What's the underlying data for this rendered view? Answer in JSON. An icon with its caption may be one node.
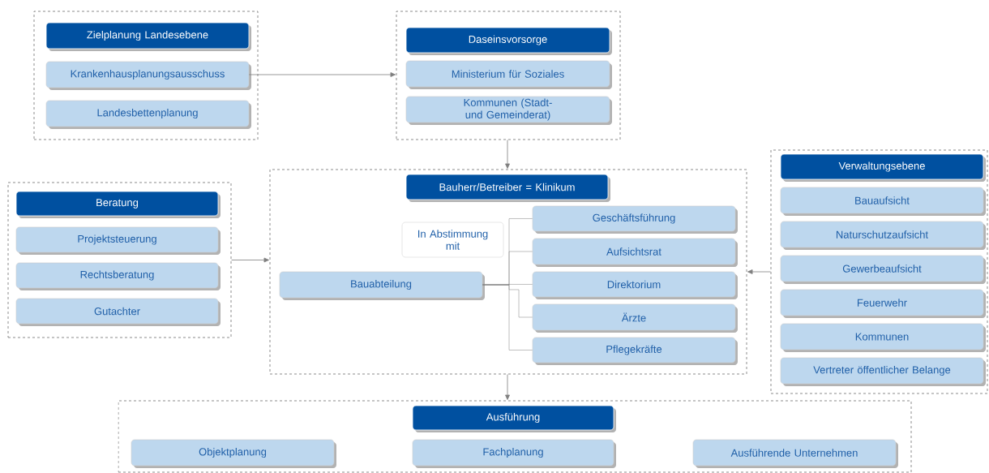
{
  "diagram": {
    "nodes": [
      {
        "text": [],
        "shape": "box"
      },
      {
        "text": [
          "Zielplanung Landesebene"
        ],
        "in": 0
      },
      {
        "text": [
          "Krankenhausplanungsausschuss"
        ],
        "in": 0
      },
      {
        "text": [
          "Landesbettenplanung"
        ],
        "in": 0
      },
      {
        "text": [],
        "shape": "box"
      },
      {
        "text": [
          "Daseinsvorsorge"
        ],
        "in": 4
      },
      {
        "text": [
          "Ministerium für Soziales"
        ],
        "in": 4
      },
      {
        "text": [
          "Kommunen (Stadt- und Gemeinderat)"
        ],
        "in": 4
      },
      {
        "text": [],
        "shape": "box"
      },
      {
        "text": [
          "Beratung"
        ],
        "in": 8
      },
      {
        "text": [
          "Projektsteuerung"
        ],
        "in": 8
      },
      {
        "text": [
          "Rechtsberatung"
        ],
        "in": 8
      },
      {
        "text": [
          "Gutachter"
        ],
        "in": 8
      },
      {
        "text": [],
        "shape": "box"
      },
      {
        "text": [
          "Bauherr/Betreiber = Klinikum"
        ],
        "in": 13
      },
      {
        "text": [
          "In Abstimmung mit"
        ],
        "in": 13
      },
      {
        "text": [
          "Bauabteilung"
        ],
        "in": 13
      },
      {
        "text": [
          "Geschäftsführung"
        ],
        "in": 13
      },
      {
        "text": [
          "Aufsichtsrat"
        ],
        "in": 13
      },
      {
        "text": [
          "Direktorium"
        ],
        "in": 13
      },
      {
        "text": [
          "Ärzte"
        ],
        "in": 13
      },
      {
        "text": [
          "Pflegekräfte"
        ],
        "in": 13
      },
      {
        "text": [],
        "shape": "box"
      },
      {
        "text": [
          "Verwaltungsebene"
        ],
        "in": 22
      },
      {
        "text": [
          "Bauaufsicht"
        ],
        "in": 22
      },
      {
        "text": [
          "Naturschutzaufsicht"
        ],
        "in": 22
      },
      {
        "text": [
          "Gewerbeaufsicht"
        ],
        "in": 22
      },
      {
        "text": [
          "Feuerwehr"
        ],
        "in": 22
      },
      {
        "text": [
          "Kommunen"
        ],
        "in": 22
      },
      {
        "text": [
          "Vertreter öffentlicher Belange"
        ],
        "in": 22
      },
      {
        "text": [],
        "shape": "box"
      },
      {
        "text": [
          "Ausführung"
        ],
        "in": 30
      },
      {
        "text": [
          "Objektplanung"
        ],
        "in": 30
      },
      {
        "text": [
          "Fachplanung"
        ],
        "in": 30
      },
      {
        "text": [
          "Ausführende Unternehmen"
        ],
        "in": 30
      }
    ],
    "edges": [
      {
        "from": 2,
        "to": 4,
        "arrow": "to"
      },
      {
        "from": 4,
        "to": 13,
        "arrow": "to"
      },
      {
        "from": 8,
        "to": 13,
        "arrow": "to"
      },
      {
        "from": 22,
        "to": 13,
        "arrow": "to"
      },
      {
        "from": 13,
        "to": 30,
        "arrow": "to"
      },
      {
        "from": 16,
        "to": 17,
        "arrow": "none"
      },
      {
        "from": 16,
        "to": 18,
        "arrow": "none"
      },
      {
        "from": 16,
        "to": 19,
        "arrow": "none"
      },
      {
        "from": 16,
        "to": 20,
        "arrow": "none"
      },
      {
        "from": 16,
        "to": 21,
        "arrow": "none"
      }
    ]
  }
}
